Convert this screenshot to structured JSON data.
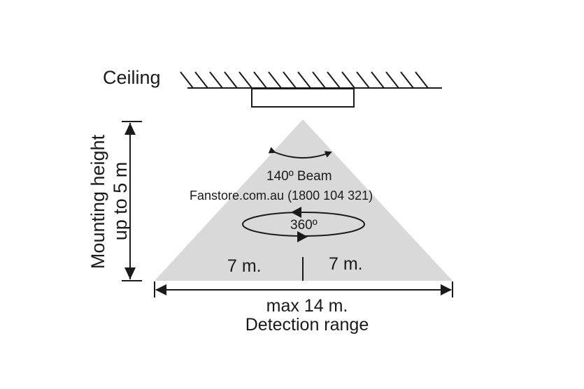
{
  "labels": {
    "ceiling": "Ceiling",
    "mounting_height_line1": "Mounting height",
    "mounting_height_line2": "up to 5 m",
    "beam": "140º Beam",
    "contact": "Fanstore.com.au (1800 104 321)",
    "rotation": "360º",
    "left_range": "7 m.",
    "right_range": "7 m.",
    "max_range": "max 14 m.",
    "detection_range": "Detection range"
  },
  "colors": {
    "cone_fill": "#d9d9d9",
    "line": "#1a1a1a",
    "background": "#ffffff"
  }
}
